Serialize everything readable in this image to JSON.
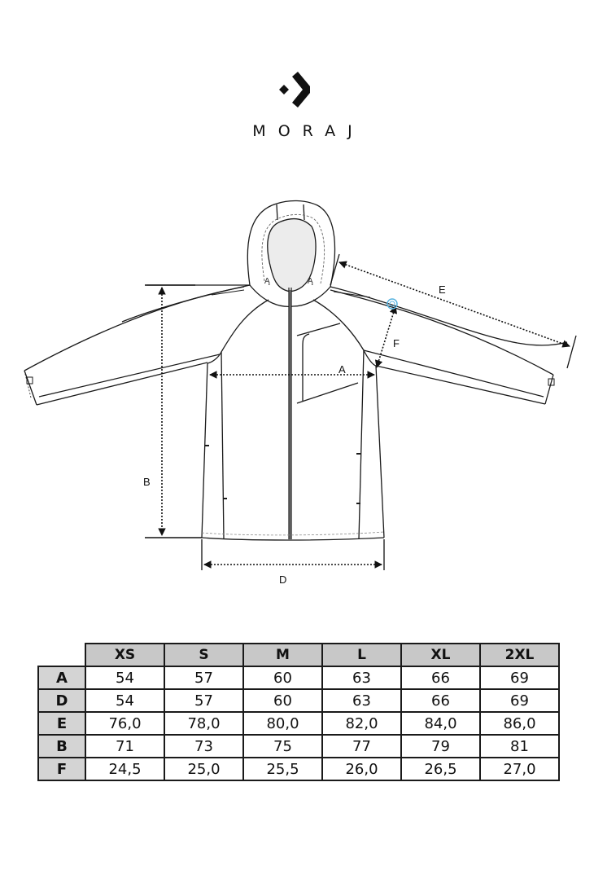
{
  "brand": {
    "name": "MORAJ",
    "logo_icon": "diamond-chevron-logo"
  },
  "diagram": {
    "subject": "hooded jacket technical flat sketch",
    "labels": {
      "A": "A",
      "B": "B",
      "D": "D",
      "E": "E",
      "F": "F"
    }
  },
  "size_table": {
    "columns": [
      "XS",
      "S",
      "M",
      "L",
      "XL",
      "2XL"
    ],
    "rows": [
      {
        "label": "A",
        "values": [
          "54",
          "57",
          "60",
          "63",
          "66",
          "69"
        ]
      },
      {
        "label": "D",
        "values": [
          "54",
          "57",
          "60",
          "63",
          "66",
          "69"
        ]
      },
      {
        "label": "E",
        "values": [
          "76,0",
          "78,0",
          "80,0",
          "82,0",
          "84,0",
          "86,0"
        ]
      },
      {
        "label": "B",
        "values": [
          "71",
          "73",
          "75",
          "77",
          "79",
          "81"
        ]
      },
      {
        "label": "F",
        "values": [
          "24,5",
          "25,0",
          "25,5",
          "26,0",
          "26,5",
          "27,0"
        ]
      }
    ]
  },
  "colors": {
    "header_bg": "#c8c8c8",
    "rowhead_bg": "#d4d4d4",
    "line": "#1a1a1a",
    "face_fill": "#ececec",
    "marker": "#5ab4e0"
  }
}
